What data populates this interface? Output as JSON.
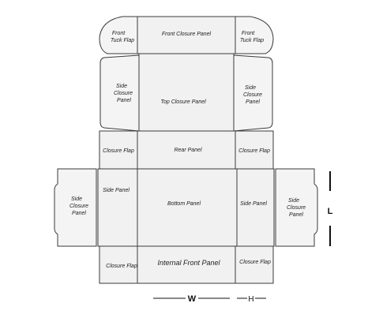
{
  "labels": {
    "front_tuck_flap_left": [
      "Front",
      "Tuck Flap"
    ],
    "front_closure_panel": "Front Closure Panel",
    "front_tuck_flap_right": [
      "Front",
      "Tuck Flap"
    ],
    "side_closure_panel_left": [
      "Side",
      "Closure",
      "Panel"
    ],
    "top_closure_panel": "Top Closure Panel",
    "side_closure_panel_right": [
      "Side",
      "Closure",
      "Panel"
    ],
    "closure_flap_upper_left": "Closure Flap",
    "rear_panel": "Rear Panel",
    "closure_flap_upper_right": "Closure Flap",
    "side_closure_panel_far_left": [
      "Side",
      "Closure",
      "Panel"
    ],
    "side_panel_left": "Side Panel",
    "bottom_panel": "Bottom Panel",
    "side_panel_right": "Side Panel",
    "side_closure_panel_far_right": [
      "Side",
      "Closure",
      "Panel"
    ],
    "closure_flap_lower_left": "Closure Flap",
    "internal_front_panel": "Internal Front Panel",
    "closure_flap_lower_right": "Closure Flap"
  },
  "dimensions": {
    "width": "W",
    "height": "H",
    "length": "L"
  }
}
